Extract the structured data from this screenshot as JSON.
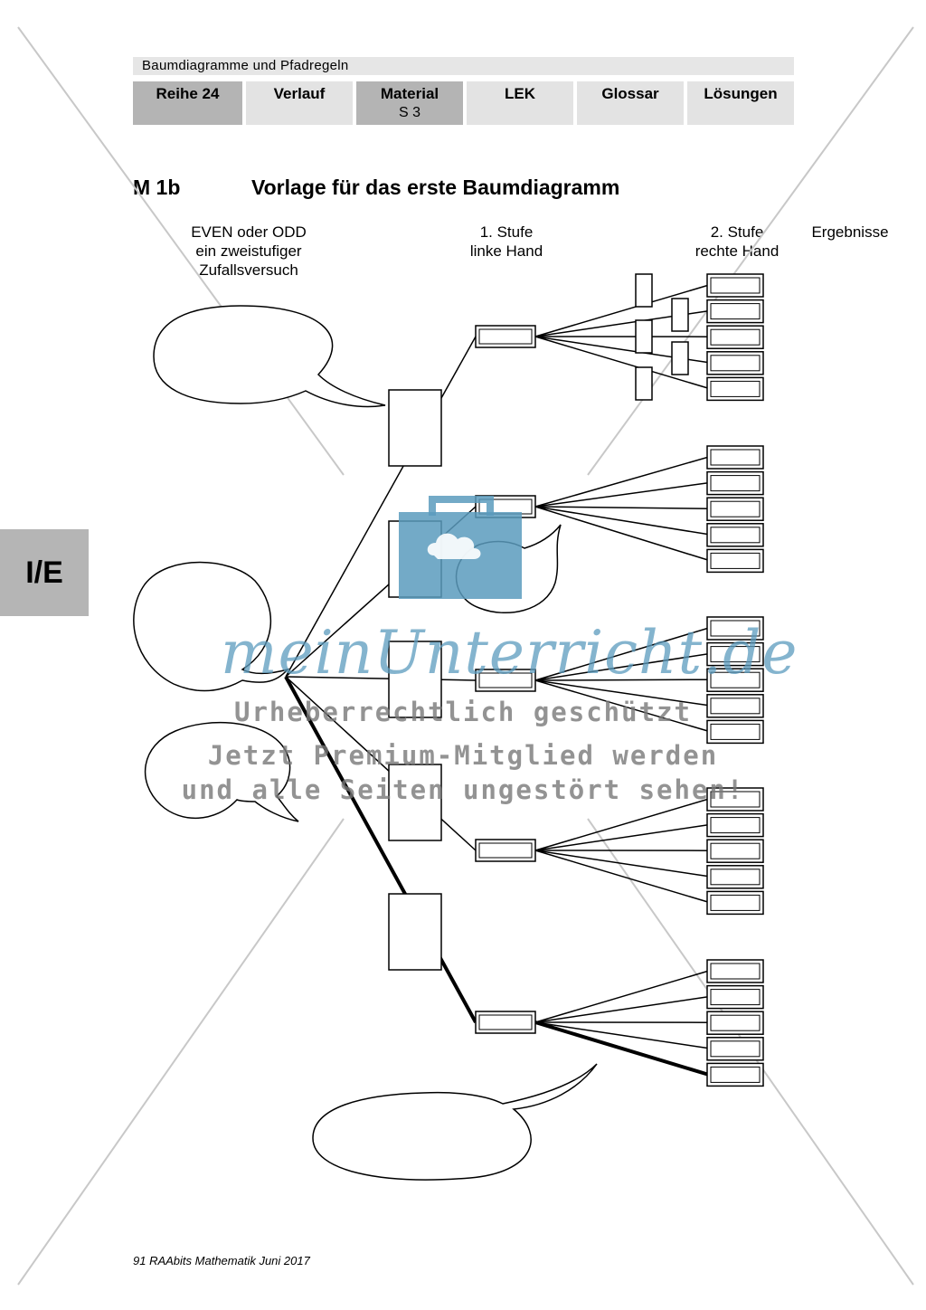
{
  "header": {
    "title": "Baumdiagramme und Pfadregeln",
    "tabs": [
      {
        "label": "Reihe 24",
        "sub": ""
      },
      {
        "label": "Verlauf",
        "sub": ""
      },
      {
        "label": "Material",
        "sub": "S 3"
      },
      {
        "label": "LEK",
        "sub": ""
      },
      {
        "label": "Glossar",
        "sub": ""
      },
      {
        "label": "Lösungen",
        "sub": ""
      }
    ]
  },
  "side_tab": "I/E",
  "heading": {
    "code": "M 1b",
    "title": "Vorlage für das erste Baumdiagramm"
  },
  "labels": {
    "experiment": "EVEN oder ODD\nein zweistufiger\nZufallsversuch",
    "stage1": "1. Stufe\nlinke Hand",
    "stage2": "2. Stufe\nrechte Hand",
    "results": "Ergebnisse"
  },
  "watermark": {
    "logo": "meinUnterricht.de",
    "line1": "Urheberrechtlich geschützt",
    "line2": "Jetzt Premium-Mitglied werden",
    "line3": "und alle Seiten ungestört sehen!"
  },
  "footer": "91 RAAbits Mathematik Juni 2017",
  "colors": {
    "accent": "#5b9bbd",
    "tab_dark": "#b4b4b4",
    "tab_light": "#e3e3e3"
  }
}
